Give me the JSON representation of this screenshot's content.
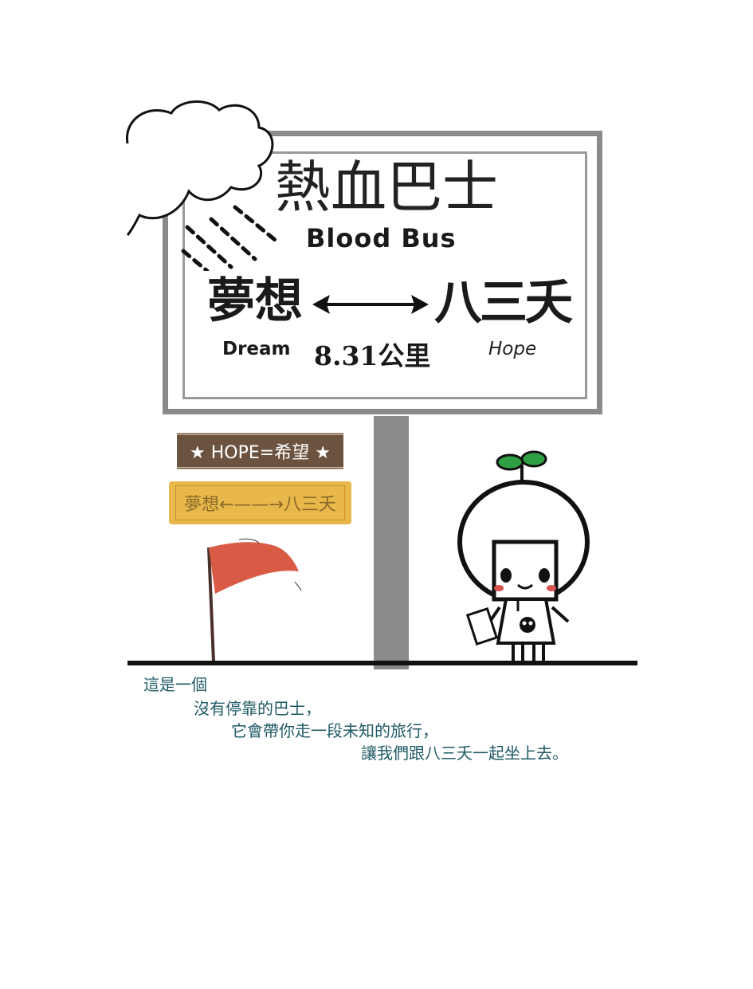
{
  "sign": {
    "title_cn": "熱血巴士",
    "title_en": "Blood Bus",
    "dream_cn": "夢想",
    "dream_en": "Dream",
    "hope_cn": "八三夭",
    "hope_en": "Hope",
    "distance": "8.31公里"
  },
  "banner": {
    "text": "★ HOPE=希望 ★"
  },
  "ticket": {
    "text": "夢想←——→八三夭"
  },
  "poem": {
    "line1": "這是一個",
    "line2": "沒有停靠的巴士，",
    "line3": "它會帶你走一段未知的旅行，",
    "line4": "讓我們跟八三夭一起坐上去。"
  },
  "colors": {
    "pole": "#8a8a8a",
    "banner": "#6b5340",
    "ticket": "#e9b84a",
    "flag": "#d95b45",
    "sprout": "#2ea043",
    "poem": "#1f5a66"
  },
  "icons": [
    "rain-cloud-icon",
    "double-arrow-icon",
    "flag-icon",
    "girl-character-icon",
    "skull-icon",
    "sprout-icon"
  ]
}
